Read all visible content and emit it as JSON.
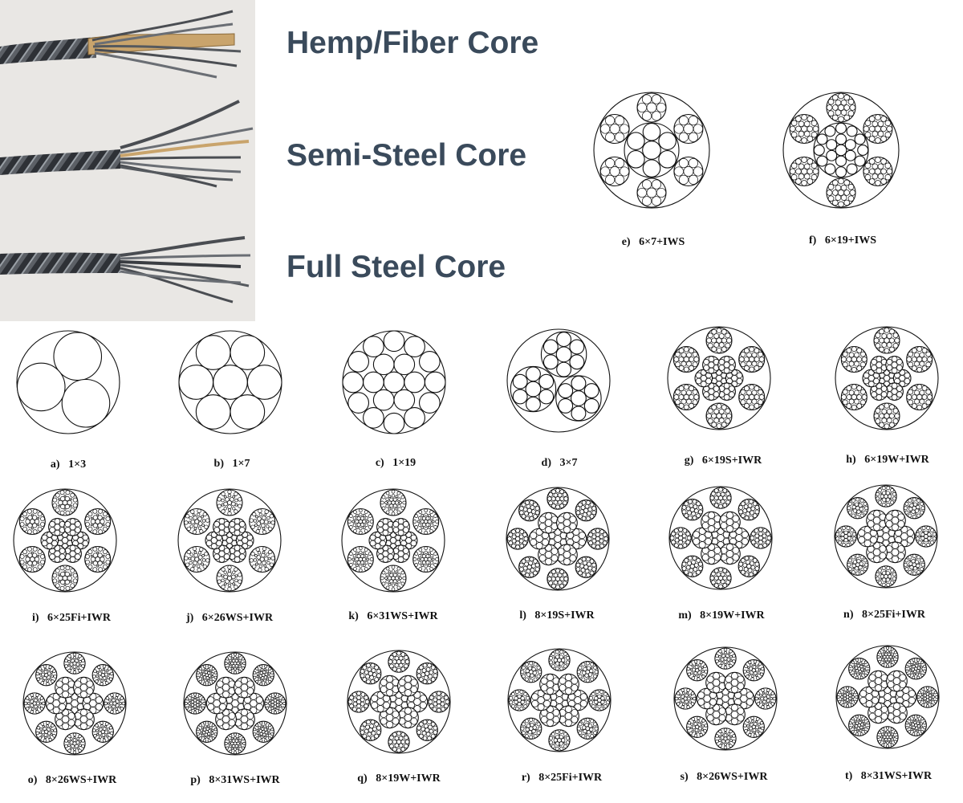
{
  "core_labels": {
    "hemp": "Hemp/Fiber Core",
    "semi": "Semi-Steel Core",
    "full": "Full Steel Core"
  },
  "captions": {
    "a": "a)   1×3",
    "b": "b)   1×7",
    "c": "c)   1×19",
    "d": "d)   3×7",
    "e": "e)   6×7+IWS",
    "f": "f)   6×19+IWS",
    "g": "g)   6×19S+IWR",
    "h": "h)   6×19W+IWR",
    "i": "i)   6×25Fi+IWR",
    "j": "j)   6×26WS+IWR",
    "k": "k)   6×31WS+IWR",
    "l": "l)   8×19S+IWR",
    "m": "m)   8×19W+IWR",
    "n": "n)   8×25Fi+IWR",
    "o": "o)   8×26WS+IWR",
    "p": "p)   8×31WS+IWR",
    "q": "q)   8×19W+IWR",
    "r": "r)   8×25Fi+IWR",
    "s": "s)   8×26WS+IWR",
    "t": "t)   8×31WS+IWR"
  },
  "colors": {
    "label_text": "#3a4a5b",
    "photo_background": "#e9e7e4",
    "steel_wire": "#4a4d52",
    "hemp_core": "#c9a46c",
    "diagram_stroke": "#111111"
  }
}
